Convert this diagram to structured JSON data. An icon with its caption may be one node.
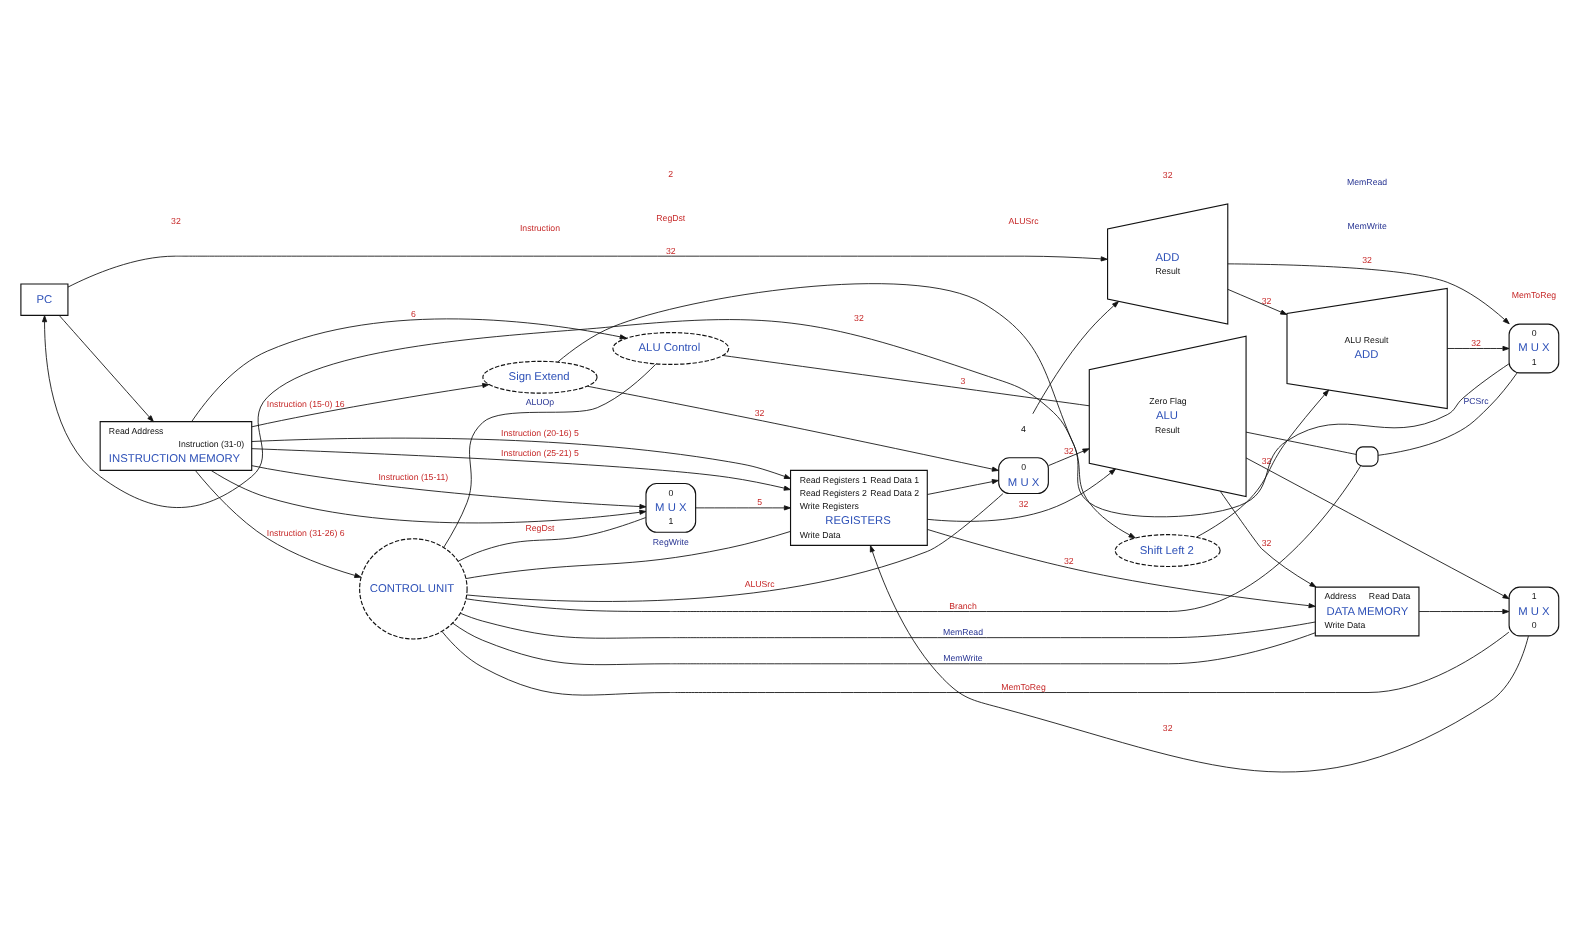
{
  "diagram": {
    "nodes": [
      {
        "text": [
          "ADD",
          "Result"
        ]
      },
      {
        "text": [
          "4"
        ]
      },
      {
        "text": [
          "Shift Left 2"
        ]
      },
      {
        "text": [
          "ALU Result",
          "ADD"
        ]
      },
      {
        "text": [
          "0",
          "M U X",
          "1"
        ]
      },
      {
        "text": [
          "CONTROL UNIT"
        ]
      },
      {
        "text": [],
        "shape": "gate"
      },
      {
        "text": [
          "PC"
        ]
      },
      {
        "text": [
          "Read Address",
          "Instruction (31-0)",
          "INSTRUCTION MEMORY"
        ]
      },
      {
        "text": [
          "Read Registers 1",
          "Read Data 1",
          "Read Registers 2",
          "Read Data 2",
          "Write Registers",
          "REGISTERS",
          "Write Data"
        ]
      },
      {
        "text": [
          "0",
          "M U X",
          "1"
        ]
      },
      {
        "text": [
          "0",
          "M U X"
        ]
      },
      {
        "text": [
          "Zero Flag",
          "ALU",
          "Result"
        ]
      },
      {
        "text": [
          "Address",
          "Read Data",
          "DATA MEMORY",
          "Write Data"
        ]
      },
      {
        "text": [
          "1",
          "M U X",
          "0"
        ]
      },
      {
        "text": [
          "Sign Extend"
        ]
      },
      {
        "text": [
          "ALU Control"
        ]
      }
    ],
    "edges": [
      {
        "from": 7,
        "to": 0,
        "arrow": "to",
        "label": "32"
      },
      {
        "from": 1,
        "to": 0,
        "arrow": "to"
      },
      {
        "from": 0,
        "to": 4,
        "arrow": "to",
        "label": "32"
      },
      {
        "from": 0,
        "to": 3,
        "arrow": "to",
        "label": "32"
      },
      {
        "from": 2,
        "to": 3,
        "arrow": "to",
        "label": "32"
      },
      {
        "from": 3,
        "to": 4,
        "arrow": "to",
        "label": "32"
      },
      {
        "from": 4,
        "to": 7,
        "arrow": "to",
        "label": "32"
      },
      {
        "from": 6,
        "to": 4,
        "arrow": "none",
        "label": "PCSrc"
      },
      {
        "from": 7,
        "to": 8,
        "arrow": "to"
      },
      {
        "from": 8,
        "to": 5,
        "arrow": "to",
        "label": "Instruction (31-26) 6"
      },
      {
        "from": 8,
        "to": 9,
        "arrow": "to",
        "label": "Instruction (25-21) 5"
      },
      {
        "from": 8,
        "to": 9,
        "arrow": "to",
        "label": "Instruction (20-16) 5"
      },
      {
        "from": 8,
        "to": 10,
        "arrow": "to"
      },
      {
        "from": 8,
        "to": 10,
        "arrow": "to",
        "label": "Instruction (15-11)"
      },
      {
        "from": 10,
        "to": 9,
        "arrow": "to",
        "label": "5"
      },
      {
        "from": 8,
        "to": 15,
        "arrow": "to",
        "label": "Instruction (15-0) 16"
      },
      {
        "from": 8,
        "to": 16,
        "arrow": "to",
        "label": "6"
      },
      {
        "from": 5,
        "to": 10,
        "arrow": "none",
        "label": "RegDst"
      },
      {
        "from": 5,
        "to": 6,
        "arrow": "none",
        "label": "Branch"
      },
      {
        "from": 5,
        "to": 13,
        "arrow": "none",
        "label": "MemRead"
      },
      {
        "from": 5,
        "to": 14,
        "arrow": "none",
        "label": "MemToReg"
      },
      {
        "from": 5,
        "to": 16,
        "arrow": "none",
        "label": "ALUOp"
      },
      {
        "from": 5,
        "to": 13,
        "arrow": "none",
        "label": "MemWrite"
      },
      {
        "from": 5,
        "to": 11,
        "arrow": "none",
        "label": "ALUSrc"
      },
      {
        "from": 5,
        "to": 9,
        "arrow": "none",
        "label": "RegWrite"
      },
      {
        "from": 9,
        "to": 12,
        "arrow": "to",
        "label": "32"
      },
      {
        "from": 9,
        "to": 11,
        "arrow": "to"
      },
      {
        "from": 9,
        "to": 13,
        "arrow": "to",
        "label": "32"
      },
      {
        "from": 15,
        "to": 11,
        "arrow": "to",
        "label": "32"
      },
      {
        "from": 15,
        "to": 2,
        "arrow": "to"
      },
      {
        "from": 11,
        "to": 12,
        "arrow": "to",
        "label": "32"
      },
      {
        "from": 16,
        "to": 12,
        "arrow": "none",
        "label": "3"
      },
      {
        "from": 12,
        "to": 6,
        "arrow": "none"
      },
      {
        "from": 12,
        "to": 13,
        "arrow": "to",
        "label": "32"
      },
      {
        "from": 12,
        "to": 14,
        "arrow": "to"
      },
      {
        "from": 13,
        "to": 14,
        "arrow": "to"
      },
      {
        "from": 14,
        "to": 9,
        "arrow": "to",
        "label": "32"
      }
    ],
    "labels": [
      "32",
      "ALUSrc",
      "MemWrite",
      "MemToReg",
      "32",
      "RegDst",
      "MemRead",
      "2",
      "Instruction"
    ]
  }
}
